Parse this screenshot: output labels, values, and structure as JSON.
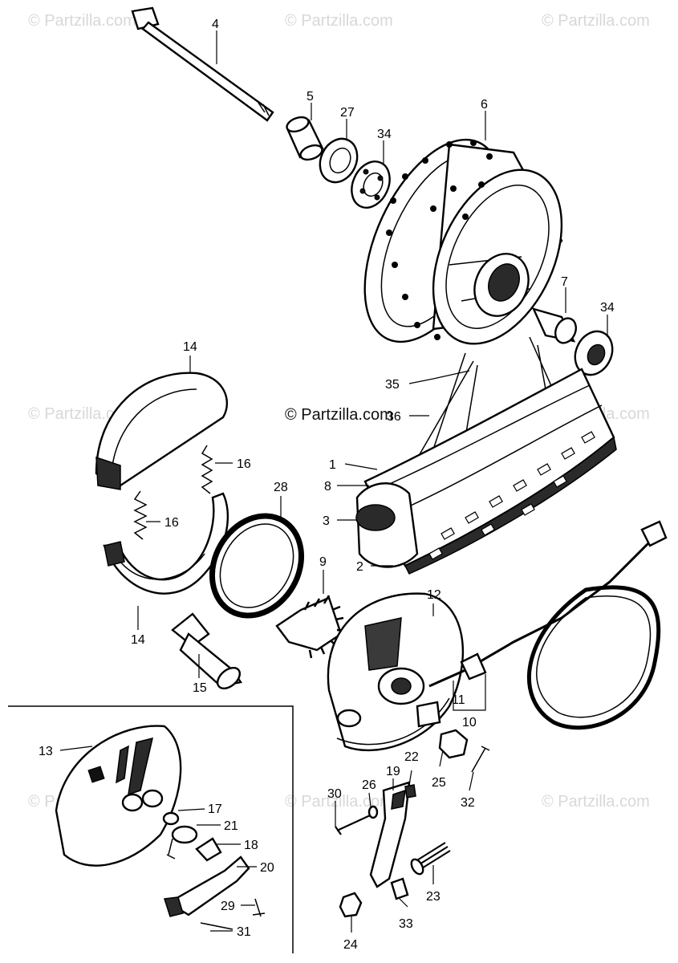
{
  "watermark": "© Partzilla.com",
  "center_watermark": "© Partzilla.com",
  "callouts": {
    "c1": "1",
    "c2": "2",
    "c3": "3",
    "c4": "4",
    "c5": "5",
    "c6": "6",
    "c7": "7",
    "c8": "8",
    "c9": "9",
    "c10": "10",
    "c11": "11",
    "c12": "12",
    "c13": "13",
    "c14a": "14",
    "c14b": "14",
    "c15": "15",
    "c16a": "16",
    "c16b": "16",
    "c17": "17",
    "c18": "18",
    "c19": "19",
    "c20": "20",
    "c21": "21",
    "c22": "22",
    "c23": "23",
    "c24": "24",
    "c25": "25",
    "c26": "26",
    "c27": "27",
    "c28": "28",
    "c29": "29",
    "c30": "30",
    "c31": "31",
    "c32": "32",
    "c33": "33",
    "c34a": "34",
    "c34b": "34",
    "c35": "35",
    "c36": "36"
  }
}
